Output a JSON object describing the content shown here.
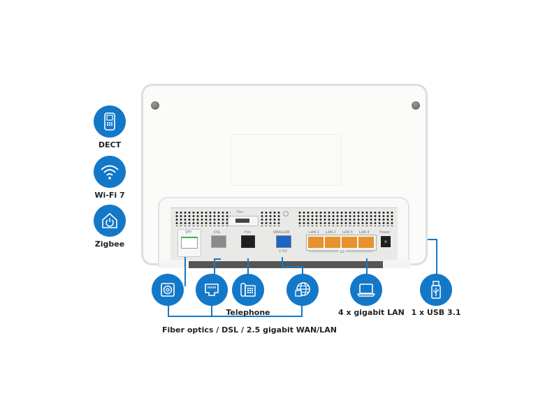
{
  "colors": {
    "accent": "#1478c8",
    "router_body": "#fbfbfa",
    "lan_port": "#e8922e",
    "wan_port": "#1a66c8",
    "background": "#ffffff"
  },
  "left_features": [
    {
      "icon": "dect-phone-icon",
      "label": "DECT"
    },
    {
      "icon": "wifi-icon",
      "label": "Wi-Fi 7"
    },
    {
      "icon": "zigbee-home-icon",
      "label": "Zigbee"
    }
  ],
  "router": {
    "top_label": "Fon",
    "ports": {
      "sfp": "SFP",
      "dsl": "DSL",
      "fon": "Fon",
      "wan_lan": "WAN/LAN",
      "wan_speed": "2.5G",
      "lan1": "LAN 1",
      "lan2": "LAN 2",
      "lan3": "LAN 3",
      "lan4": "LAN 4",
      "lan_speed": "1G",
      "power": "Power"
    }
  },
  "bottom_features": [
    {
      "icon": "fiber-optic-icon",
      "label": ""
    },
    {
      "icon": "ethernet-port-icon",
      "label": ""
    },
    {
      "icon": "telephone-icon",
      "label": "Telephone"
    },
    {
      "icon": "globe-icon",
      "label": ""
    },
    {
      "icon": "laptop-icon",
      "label": "4 x gigabit LAN"
    },
    {
      "icon": "usb-icon",
      "label": "1 x USB 3.1"
    }
  ],
  "group_label": "Fiber optics / DSL / 2.5 gigabit WAN/LAN"
}
